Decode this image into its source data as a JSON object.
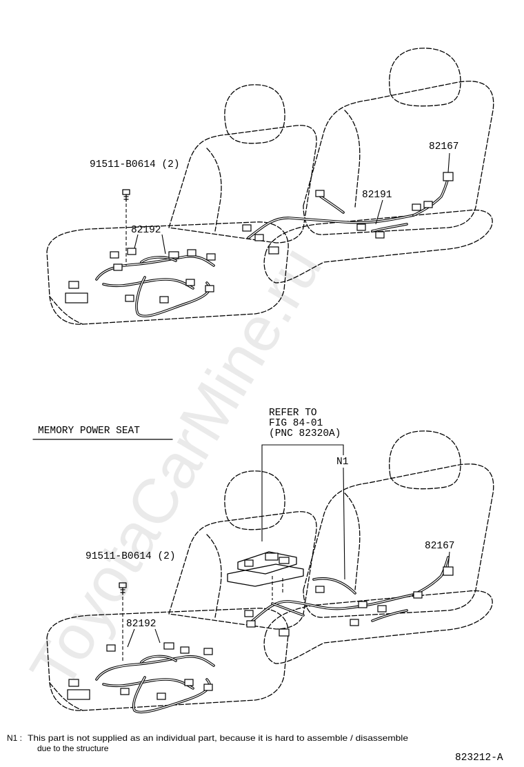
{
  "watermark": "ToyotaCarMine.ru",
  "top_diagram": {
    "bolt_label": "91511-B0614 (2)",
    "front_harness_label": "82192",
    "rear_harness_label": "82191",
    "side_harness_label": "82167"
  },
  "memory_diagram": {
    "section_title": "MEMORY POWER SEAT",
    "refer_line1": "REFER TO",
    "refer_line2": "FIG 84-01",
    "refer_line3": "(PNC 82320A)",
    "note_marker": "N1",
    "bolt_label": "91511-B0614 (2)",
    "front_harness_label": "82192",
    "side_harness_label": "82167"
  },
  "footnote": {
    "marker": "N1 :",
    "line1": "This part is not supplied as an individual part, because it is hard to assemble / disassemble",
    "line2": "due to the structure"
  },
  "figure_code": "823212-A"
}
